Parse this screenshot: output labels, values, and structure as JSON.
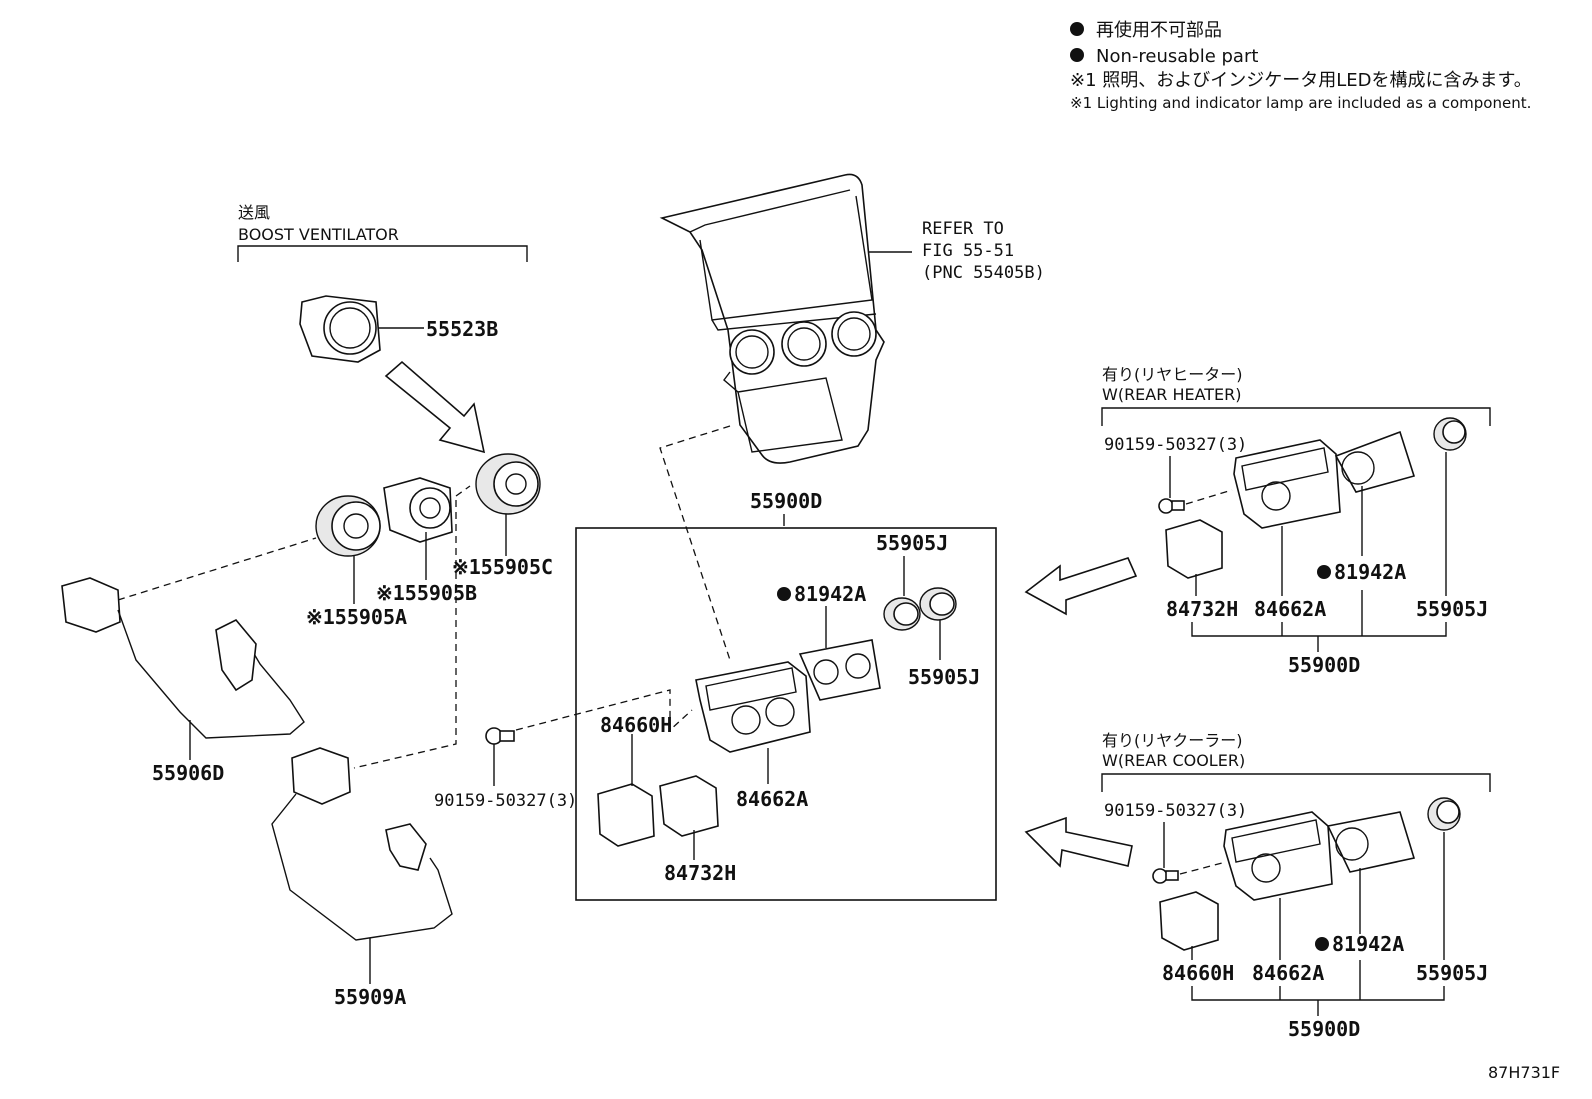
{
  "legend": {
    "bullet": "●",
    "line1": "再使用不可部品",
    "line2": "Non-reusable part",
    "line3": "※1 照明、およびインジケータ用LEDを構成に含みます。",
    "line4": "※1 Lighting and indicator lamp are included as a component."
  },
  "refer": {
    "line1": "REFER TO",
    "line2": "FIG 55-51",
    "line3": "(PNC 55405B)"
  },
  "groups": {
    "boost_jp": "送風",
    "boost_en": "BOOST VENTILATOR",
    "rear_heater_jp": "有り(リヤヒーター)",
    "rear_heater_en": "W(REAR HEATER)",
    "rear_cooler_jp": "有り(リヤクーラー)",
    "rear_cooler_en": "W(REAR COOLER)"
  },
  "labels": {
    "p55523B": "55523B",
    "p55905A": "※155905A",
    "p55905B": "※155905B",
    "p55905C": "※155905C",
    "p55906D": "55906D",
    "p55909A": "55909A",
    "p90159_center": "90159-50327(3)",
    "p55900D_center": "55900D",
    "p55905J_top": "55905J",
    "p81942A_center": "81942A",
    "p55905J_mid": "55905J",
    "p84660H_center": "84660H",
    "p84662A_center": "84662A",
    "p84732H_center": "84732H",
    "p90159_heater": "90159-50327(3)",
    "p84732H_heater": "84732H",
    "p84662A_heater": "84662A",
    "p81942A_heater": "81942A",
    "p55905J_heater": "55905J",
    "p55900D_heater": "55900D",
    "p90159_cooler": "90159-50327(3)",
    "p84660H_cooler": "84660H",
    "p84662A_cooler": "84662A",
    "p81942A_cooler": "81942A",
    "p55905J_cooler": "55905J",
    "p55900D_cooler": "55900D"
  },
  "figure_id": "87H731F"
}
